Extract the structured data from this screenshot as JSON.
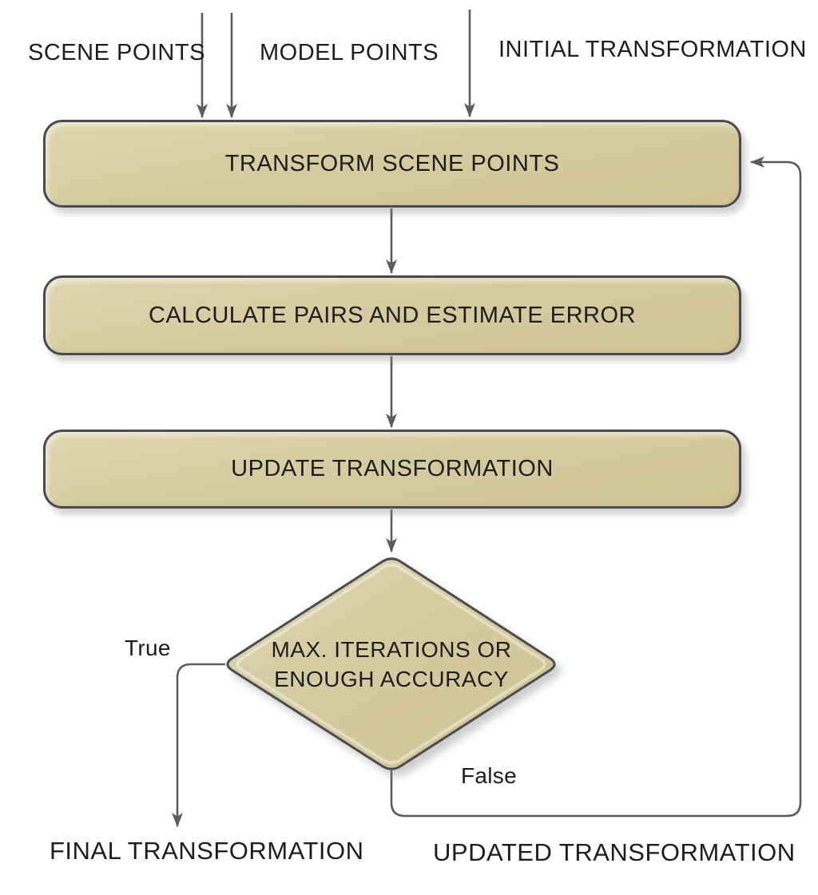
{
  "diagram_type": "flowchart",
  "inputs": {
    "scene_points": "SCENE POINTS",
    "model_points": "MODEL POINTS",
    "initial_transformation": "INITIAL TRANSFORMATION"
  },
  "process_nodes": {
    "transform_scene_points": "TRANSFORM SCENE POINTS",
    "calculate_pairs": "CALCULATE PAIRS AND ESTIMATE ERROR",
    "update_transformation": "UPDATE TRANSFORMATION"
  },
  "decision_node": {
    "line1": "MAX. ITERATIONS OR",
    "line2": "ENOUGH ACCURACY"
  },
  "branch_labels": {
    "true_branch": "True",
    "false_branch": "False"
  },
  "outputs": {
    "final_transformation": "FINAL TRANSFORMATION",
    "updated_transformation": "UPDATED TRANSFORMATION"
  },
  "colors": {
    "node_fill": "#d5ca9e",
    "node_fill_light": "#ded6b0",
    "node_border": "#4a4a53",
    "connector": "#5b5b63",
    "text": "#1d1d1d",
    "background": "#ffffff"
  }
}
